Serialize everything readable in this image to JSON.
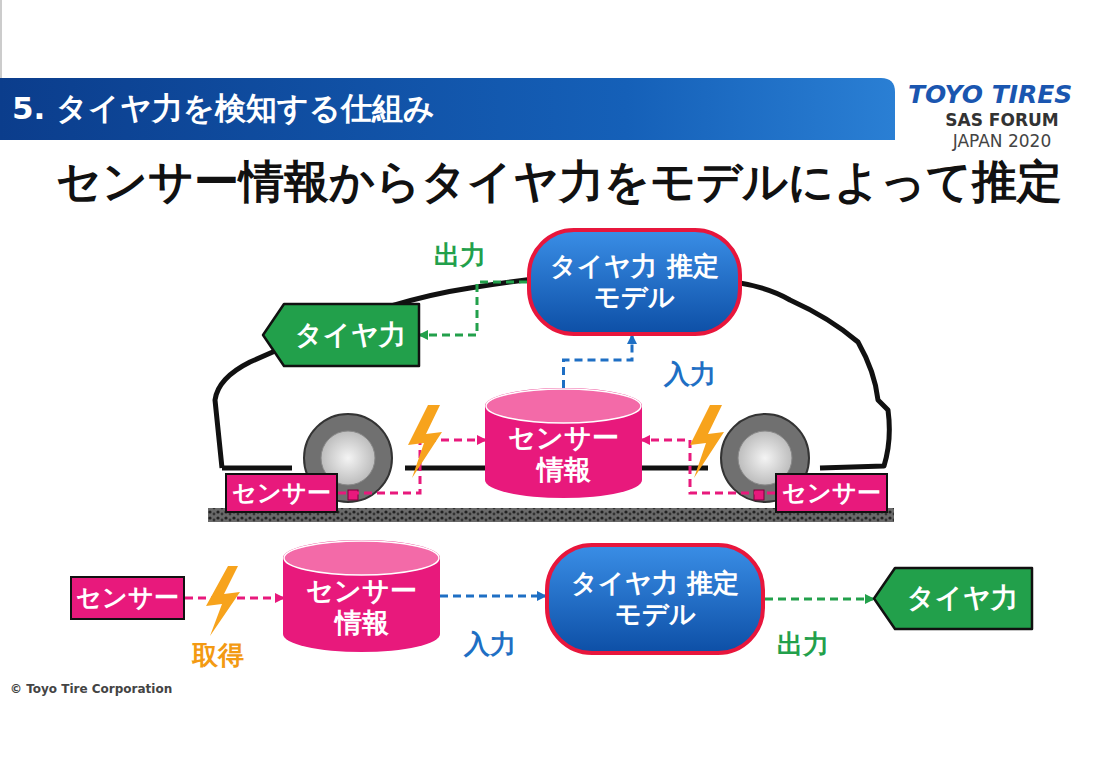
{
  "diagram": {
    "title": "センサー情報からタイヤ力をモデルによって推定",
    "nodes": [
      {
        "text": [
          "5. タイヤ力を検知する仕組み"
        ]
      },
      {
        "text": [
          "タイヤ力 推定モデル"
        ]
      },
      {
        "text": [
          "タイヤ力"
        ]
      },
      {
        "text": [
          "センサー 情報"
        ]
      },
      {
        "text": [
          "センサー"
        ]
      },
      {
        "text": [
          "センサー"
        ]
      },
      {
        "text": [
          "センサー"
        ]
      },
      {
        "text": [
          "センサー 情報"
        ]
      },
      {
        "text": [
          "タイヤ力 推定モデル"
        ]
      },
      {
        "text": [
          "タイヤ力"
        ]
      }
    ],
    "edges": [
      {
        "from": 4,
        "to": 3,
        "arrow": "to"
      },
      {
        "from": 5,
        "to": 3,
        "arrow": "to"
      },
      {
        "from": 3,
        "to": 1,
        "label": "入力",
        "arrow": "to"
      },
      {
        "from": 1,
        "to": 2,
        "label": "出力",
        "arrow": "to"
      },
      {
        "from": 6,
        "to": 7,
        "label": "取得",
        "arrow": "to"
      },
      {
        "from": 7,
        "to": 8,
        "label": "入力",
        "arrow": "to"
      },
      {
        "from": 8,
        "to": 9,
        "label": "出力",
        "arrow": "to"
      }
    ],
    "labels": [
      "TOYO TIRES",
      "SAS FORUM",
      "JAPAN 2020",
      "© Toyo Tire Corporation"
    ]
  }
}
